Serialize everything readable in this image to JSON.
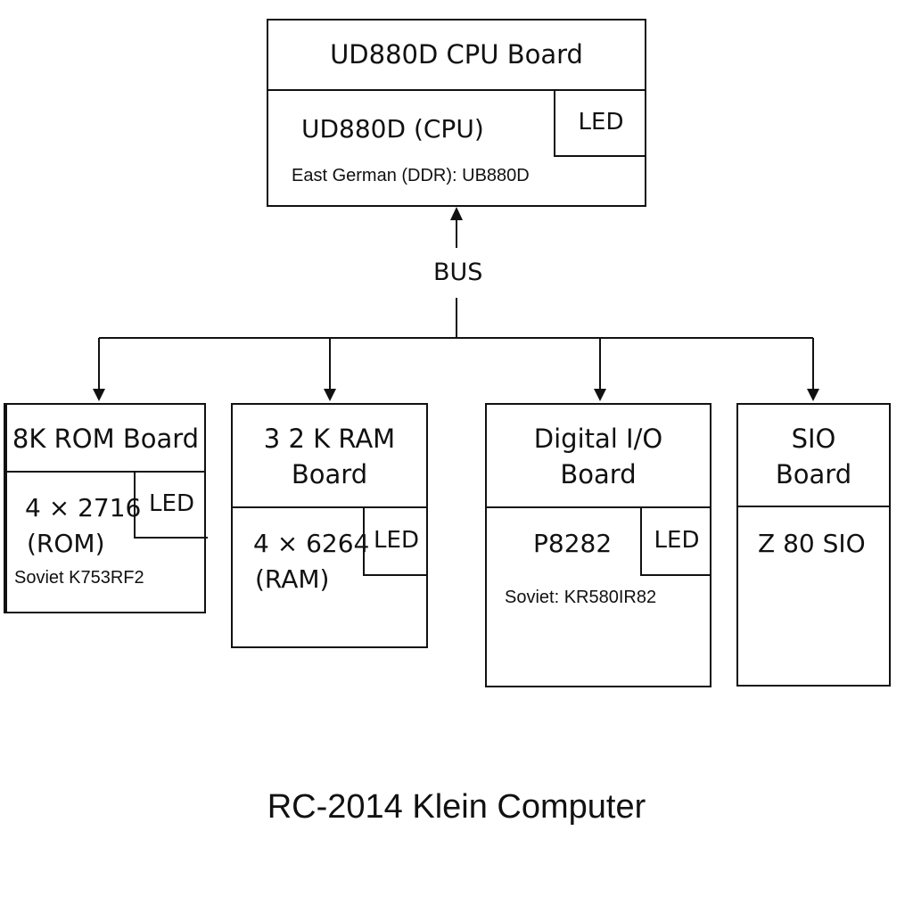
{
  "cpu_board": {
    "header": "UD880D CPU Board",
    "chip": "UD880D (CPU)",
    "led": "LED",
    "note": "East German (DDR): UB880D"
  },
  "bus": {
    "label": "BUS"
  },
  "boards": [
    {
      "header_lines": [
        "8K ROM Board"
      ],
      "chip_lines": [
        "4 × 2716",
        "(ROM)"
      ],
      "led": "LED",
      "note": "Soviet K753RF2"
    },
    {
      "header_lines": [
        "3 2 K RAM",
        "Board"
      ],
      "chip_lines": [
        "4 × 6264",
        "(RAM)"
      ],
      "led": "LED",
      "note": ""
    },
    {
      "header_lines": [
        "Digital I/O",
        "Board"
      ],
      "chip_lines": [
        "P8282"
      ],
      "led": "LED",
      "note": "Soviet: KR580IR82"
    },
    {
      "header_lines": [
        "SIO",
        "Board"
      ],
      "chip_lines": [
        "Z 80 SIO"
      ],
      "led": "",
      "note": ""
    }
  ],
  "title": "RC-2014 Klein Computer"
}
